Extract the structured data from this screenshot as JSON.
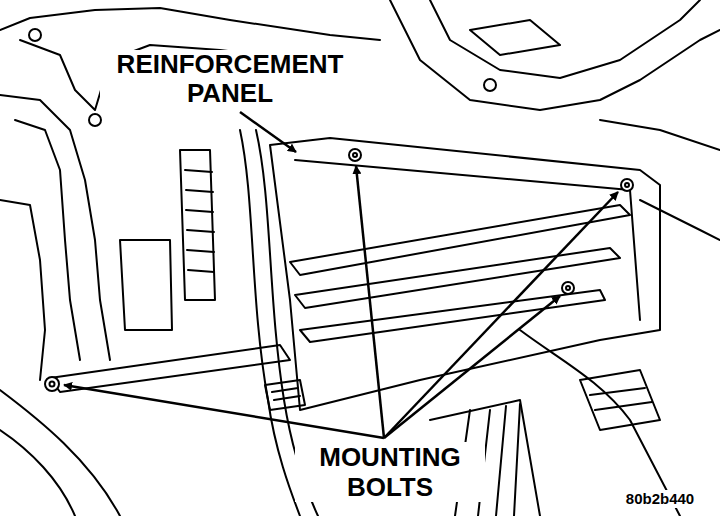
{
  "diagram": {
    "labels": [
      "REINFORCEMENT PANEL",
      "MOUNTING BOLTS",
      "80b2b440"
    ]
  }
}
